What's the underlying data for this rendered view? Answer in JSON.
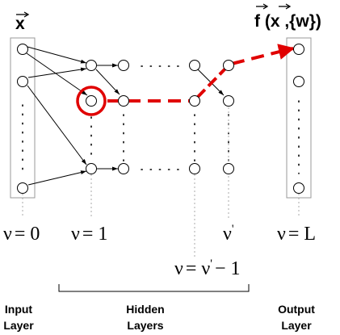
{
  "labels": {
    "input_vector": "x",
    "output_func_prefix": "f (",
    "output_func_x": "x",
    "output_func_suffix": " ,{w})",
    "nu": "ν",
    "eq0_rhs": "= 0",
    "eq1_rhs": "= 1",
    "nu_prime_mark": "'",
    "eqL_rhs": "= L",
    "eq_nu_prime_minus_1_mid": "= ν",
    "eq_nu_prime_minus_1_tail": "− 1"
  },
  "layer_labels": {
    "input_line1": "Input",
    "input_line2": "Layer",
    "hidden_line1": "Hidden",
    "hidden_line2": "Layers",
    "output_line1": "Output",
    "output_line2": "Layer"
  },
  "colors": {
    "highlight": "#e00000",
    "box": "#999999",
    "node_stroke": "#000000"
  }
}
